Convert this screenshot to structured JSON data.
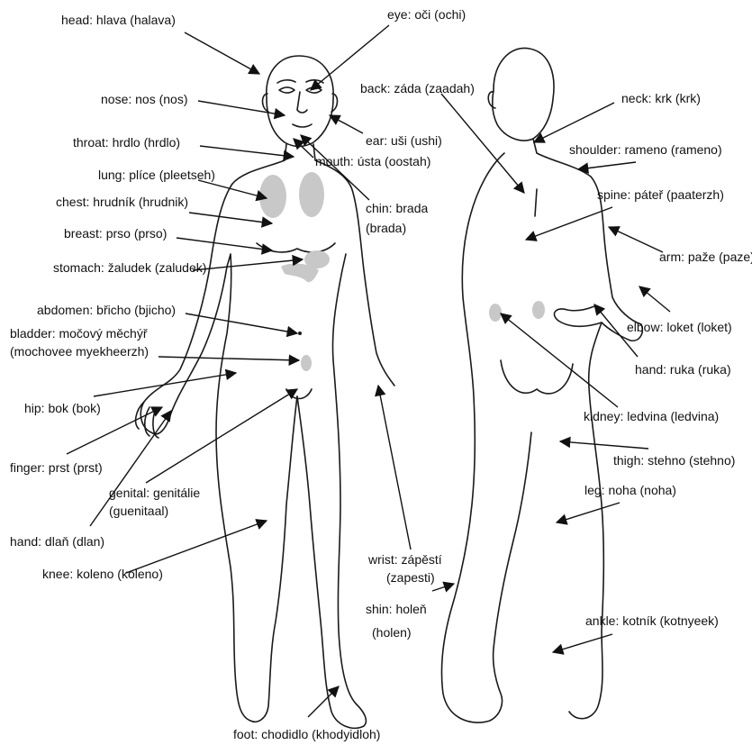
{
  "labels": {
    "head": "head: hlava (halava)",
    "eye": "eye: oči (ochi)",
    "nose": "nose: nos (nos)",
    "back": "back: záda (zaadah)",
    "neck": "neck: krk (krk)",
    "ear": "ear: uši (ushi)",
    "throat": "throat: hrdlo (hrdlo)",
    "mouth": "mouth: ústa (oostah)",
    "shoulder": "shoulder: rameno (rameno)",
    "lung": "lung: plíce (pleetseh)",
    "chest": "chest: hrudník (hrudnik)",
    "chin_1": "chin: brada",
    "chin_2": "(brada)",
    "spine": "spine: páteř (paaterzh)",
    "breast": "breast: prso (prso)",
    "arm": "arm: paže (paze)",
    "stomach": "stomach: žaludek (zaludek)",
    "abdomen": "abdomen: břicho (bjicho)",
    "elbow": "elbow: loket (loket)",
    "bladder_1": "bladder: močový měchýř",
    "bladder_2": "(mochovee myekheerzh)",
    "hand_back": "hand: ruka (ruka)",
    "hip": "hip: bok (bok)",
    "kidney": "kidney: ledvina (ledvina)",
    "thigh": "thigh: stehno (stehno)",
    "finger": "finger: prst (prst)",
    "genital_1": "genital: genitálie",
    "genital_2": "(guenitaal)",
    "leg": "leg: noha (noha)",
    "hand_front": "hand: dlaň (dlan)",
    "wrist_1": "wrist: zápěstí",
    "wrist_2": "(zapesti)",
    "knee": "knee: koleno (koleno)",
    "shin_1": "shin: holeň",
    "shin_2": "(holen)",
    "ankle": "ankle: kotník (kotnyeek)",
    "foot": "foot: chodidlo (khodyidloh)"
  },
  "colors": {
    "outline": "#1a1a1a",
    "organ": "#c8c8c8",
    "text": "#111111"
  }
}
